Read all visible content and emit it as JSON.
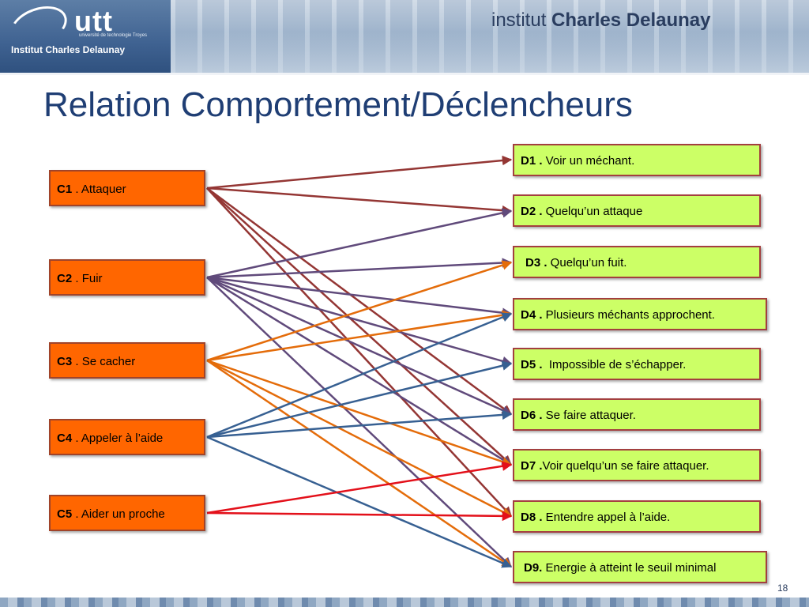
{
  "header": {
    "logo_text": "utt",
    "logo_subtext": "université de technologie Troyes",
    "logo_caption": "Institut Charles Delaunay",
    "institut_prefix": "institut",
    "institut_name": "Charles Delaunay"
  },
  "title": "Relation Comportement/Déclencheurs",
  "behaviors": [
    {
      "code": "C1",
      "label": " . Attaquer"
    },
    {
      "code": "C2",
      "label": " . Fuir"
    },
    {
      "code": "C3",
      "label": " . Se cacher"
    },
    {
      "code": "C4",
      "label": " . Appeler à l’aide"
    },
    {
      "code": "C5",
      "label": " . Aider un proche"
    }
  ],
  "triggers": [
    {
      "code": "D1 .",
      "label": " Voir un méchant."
    },
    {
      "code": "D2 .",
      "label": " Quelqu’un attaque"
    },
    {
      "code": "D3 .",
      "label": " Quelqu’un fuit."
    },
    {
      "code": "D4 .",
      "label": " Plusieurs méchants approchent."
    },
    {
      "code": "D5 .",
      "label": "  Impossible de s’échapper."
    },
    {
      "code": "D6 .",
      "label": " Se faire attaquer."
    },
    {
      "code": "D7 .",
      "label": "Voir quelqu’un se faire attaquer."
    },
    {
      "code": "D8 .",
      "label": " Entendre appel à l’aide."
    },
    {
      "code": "D9.",
      "label": " Energie à atteint le seuil minimal"
    }
  ],
  "relations": [
    {
      "from": "C1",
      "to": [
        "D1",
        "D2",
        "D6",
        "D7",
        "D8"
      ],
      "color": "#943634"
    },
    {
      "from": "C2",
      "to": [
        "D2",
        "D3",
        "D4",
        "D5",
        "D6",
        "D7",
        "D9"
      ],
      "color": "#604a7b"
    },
    {
      "from": "C3",
      "to": [
        "D3",
        "D4",
        "D7",
        "D8",
        "D9"
      ],
      "color": "#e46c0a"
    },
    {
      "from": "C4",
      "to": [
        "D4",
        "D5",
        "D6",
        "D9"
      ],
      "color": "#376092"
    },
    {
      "from": "C5",
      "to": [
        "D7",
        "D8"
      ],
      "color": "#e3101a"
    }
  ],
  "page_number": "18"
}
